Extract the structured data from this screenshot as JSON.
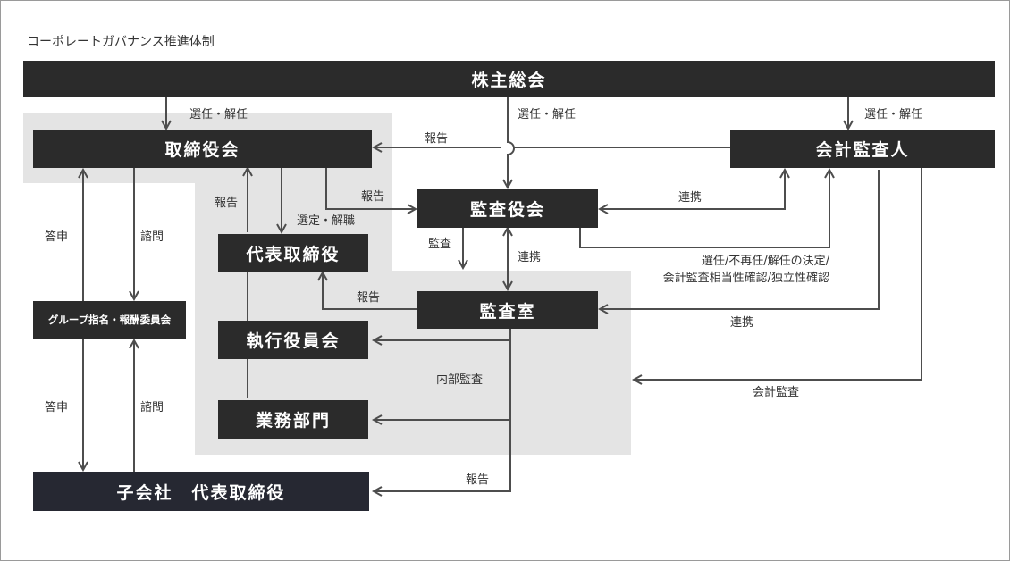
{
  "title": "コーポレートガバナンス推進体制",
  "colors": {
    "box": "#2b2b2b",
    "subsidiary_box": "#262832",
    "region": "#e4e4e4",
    "line": "#4d4d4d",
    "text": "#333333"
  },
  "boxes": {
    "shareholders": "株主総会",
    "board": "取締役会",
    "audit_board": "監査役会",
    "accounting_auditor": "会計監査人",
    "representative_director": "代表取締役",
    "audit_office": "監査室",
    "executive_committee": "執行役員会",
    "business_divisions": "業務部門",
    "nomination_committee": "グループ指名・報酬委員会",
    "subsidiary": "子会社　代表取締役"
  },
  "labels": {
    "elect_dismiss_board": "選任・解任",
    "elect_dismiss_audit": "選任・解任",
    "elect_dismiss_auditor": "選任・解任",
    "report_to_board": "報告",
    "report_left": "報告",
    "report_board_to_audit": "報告",
    "select_dismiss": "選定・解職",
    "inquiry_top": "諮問",
    "answer_top": "答申",
    "audit": "監査",
    "cooperation_audit": "連携",
    "cooperation_board_auditor": "連携",
    "cooperation_office_auditor": "連携",
    "auditor_decisions_line1": "選任/不再任/解任の決定/",
    "auditor_decisions_line2": "会計監査相当性確認/独立性確認",
    "report_office_to_rep": "報告",
    "internal_audit": "内部監査",
    "accounting_audit": "会計監査",
    "answer_bottom": "答申",
    "inquiry_bottom": "諮問",
    "report_subsidiary": "報告"
  }
}
